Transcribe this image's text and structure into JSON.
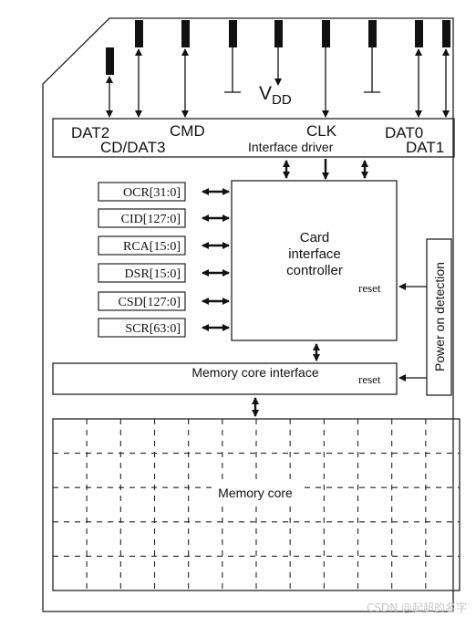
{
  "pins": {
    "dat2": "DAT2",
    "cd_dat3": "CD/DAT3",
    "cmd": "CMD",
    "vdd_main": "V",
    "vdd_sub": "DD",
    "clk": "CLK",
    "dat0": "DAT0",
    "dat1": "DAT1"
  },
  "interface_driver": "Interface driver",
  "controller": {
    "line1": "Card",
    "line2": "interface",
    "line3": "controller",
    "reset": "reset"
  },
  "registers": [
    "OCR[31:0]",
    "CID[127:0]",
    "RCA[15:0]",
    "DSR[15:0]",
    "CSD[127:0]",
    "SCR[63:0]"
  ],
  "power_on_detection": "Power on detection",
  "memory_interface": {
    "label": "Memory core interface",
    "reset": "reset"
  },
  "memory_core": "Memory core",
  "watermark": "CSDN @起超的名字"
}
